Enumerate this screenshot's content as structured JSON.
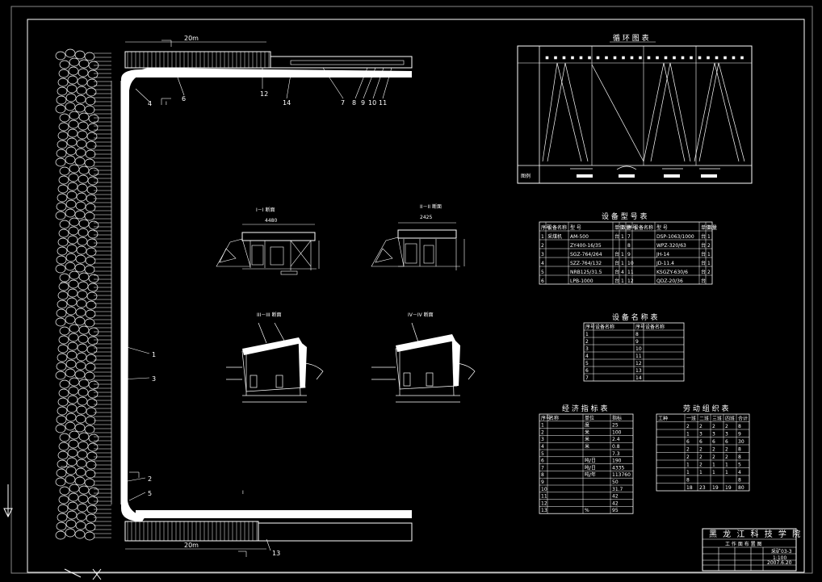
{
  "drawing": {
    "dimension_top": "20m",
    "dimension_bottom": "20m",
    "section_mark": "I",
    "callouts_top": [
      "12",
      "14",
      "6",
      "7",
      "8",
      "9",
      "10",
      "11",
      "4"
    ],
    "callouts_left": [
      "1",
      "3",
      "2",
      "5"
    ],
    "callout_bottom": "13"
  },
  "cycle_chart": {
    "title": "循 环 图 表",
    "legend_label": "图例"
  },
  "sections": {
    "s1_title": "I－I 断面",
    "s1_dim": "4480",
    "s2_title": "II－II 断面",
    "s2_dim": "2425",
    "s3_title": "III－III 断面",
    "s4_title": "IV－IV 断面"
  },
  "equipment_model_table": {
    "title": "设 备 型 号 表",
    "headers": [
      "序号",
      "设备名称",
      "型 号",
      "单位",
      "数量",
      "序号",
      "设备名称",
      "型 号",
      "单位",
      "数量"
    ],
    "rows": [
      [
        "1",
        "采煤机",
        "AM-500",
        "台",
        "1",
        "7",
        "",
        "DSP-1063/1000",
        "台",
        "1"
      ],
      [
        "2",
        "",
        "ZY400-16/35",
        "",
        "",
        "8",
        "",
        "WPZ-320/63",
        "台",
        "2"
      ],
      [
        "3",
        "",
        "SGZ-764/264",
        "台",
        "1",
        "9",
        "",
        "JH-14",
        "台",
        "1"
      ],
      [
        "4",
        "",
        "SZZ-764/132",
        "台",
        "1",
        "10",
        "",
        "JD-11.4",
        "台",
        "1"
      ],
      [
        "5",
        "",
        "NRB125/31.5",
        "台",
        "4",
        "11",
        "",
        "KSGZY-630/6",
        "台",
        "2"
      ],
      [
        "6",
        "",
        "LPB-1000",
        "台",
        "1",
        "12",
        "",
        "QDZ-20/36",
        "台",
        ""
      ]
    ]
  },
  "equipment_name_table": {
    "title": "设 备 名 称 表",
    "headers": [
      "序号",
      "设备名称",
      "序号",
      "设备名称"
    ],
    "rows": [
      [
        "1",
        "",
        "8",
        ""
      ],
      [
        "2",
        "",
        "9",
        ""
      ],
      [
        "3",
        "",
        "10",
        ""
      ],
      [
        "4",
        "",
        "11",
        ""
      ],
      [
        "5",
        "",
        "12",
        ""
      ],
      [
        "6",
        "",
        "13",
        ""
      ],
      [
        "7",
        "",
        "14",
        ""
      ]
    ]
  },
  "economic_table": {
    "title": "经 济 指 标 表",
    "headers": [
      "序号",
      "名称",
      "单位",
      "指标"
    ],
    "rows": [
      [
        "1",
        "",
        "度",
        "25"
      ],
      [
        "2",
        "",
        "米",
        "100"
      ],
      [
        "3",
        "",
        "米",
        "2.4"
      ],
      [
        "4",
        "",
        "米",
        "0.8"
      ],
      [
        "5",
        "",
        "",
        "7.3"
      ],
      [
        "6",
        "",
        "吨/日",
        "190"
      ],
      [
        "7",
        "",
        "吨/日",
        "4335"
      ],
      [
        "8",
        "",
        "吨/年",
        "113760"
      ],
      [
        "9",
        "",
        "",
        "50"
      ],
      [
        "10",
        "",
        "",
        "31.7"
      ],
      [
        "11",
        "",
        "",
        "42"
      ],
      [
        "12",
        "",
        "",
        "42"
      ],
      [
        "13",
        "",
        "%",
        "95"
      ]
    ]
  },
  "labor_table": {
    "title": "劳 动 组 织 表",
    "headers": [
      "工种",
      "一班",
      "二班",
      "三班",
      "四班",
      "合计"
    ],
    "rows": [
      [
        "",
        "2",
        "2",
        "2",
        "2",
        "8"
      ],
      [
        "",
        "1",
        "3",
        "3",
        "3",
        "9"
      ],
      [
        "",
        "6",
        "6",
        "6",
        "6",
        "30"
      ],
      [
        "",
        "2",
        "2",
        "2",
        "2",
        "8"
      ],
      [
        "",
        "2",
        "2",
        "2",
        "2",
        "8"
      ],
      [
        "",
        "1",
        "2",
        "1",
        "1",
        "5"
      ],
      [
        "",
        "1",
        "1",
        "1",
        "1",
        "4"
      ],
      [
        "",
        "8",
        "",
        "",
        "",
        "8"
      ],
      [
        "",
        "18",
        "23",
        "19",
        "19",
        "80"
      ]
    ]
  },
  "title_block": {
    "school": "黑 龙 江 科 技 学 院",
    "drawing_name": "工 作 面 布 置 图",
    "scale": "1:100",
    "drawing_no": "采矿03-3",
    "date": "2007.6.20"
  }
}
